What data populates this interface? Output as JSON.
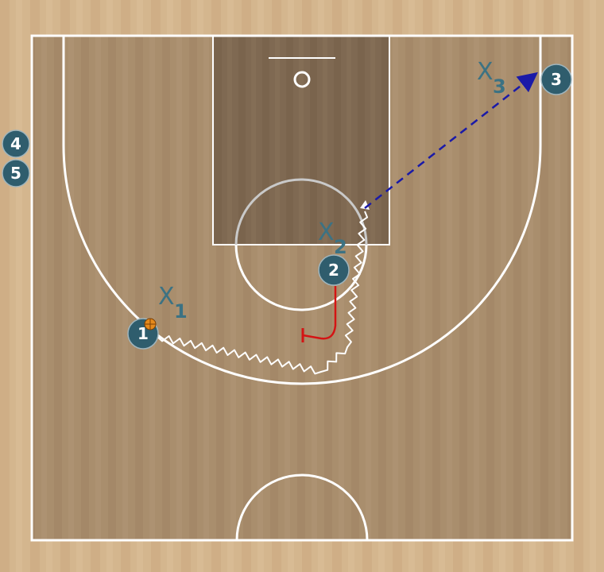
{
  "court": {
    "colors": {
      "outer_wood": "#d2b48c",
      "inner_wood": "#a78c6c",
      "paint": "#7e6850",
      "lines": "#ffffff",
      "player_fill": "#2f5d6d",
      "defender_text": "#3c7283",
      "dribble": "#ffffff",
      "screen": "#d41414",
      "pass": "#1a1aa8"
    }
  },
  "players": [
    {
      "label": "1",
      "has_ball": true
    },
    {
      "label": "2",
      "has_ball": false
    },
    {
      "label": "3",
      "has_ball": false
    },
    {
      "label": "4",
      "has_ball": false
    },
    {
      "label": "5",
      "has_ball": false
    }
  ],
  "defenders": [
    {
      "letter": "X",
      "sub": "1"
    },
    {
      "letter": "X",
      "sub": "2"
    },
    {
      "letter": "X",
      "sub": "3"
    }
  ],
  "actions": [
    {
      "type": "dribble",
      "from": "1"
    },
    {
      "type": "screen",
      "by": "2"
    },
    {
      "type": "pass",
      "to": "3"
    }
  ]
}
